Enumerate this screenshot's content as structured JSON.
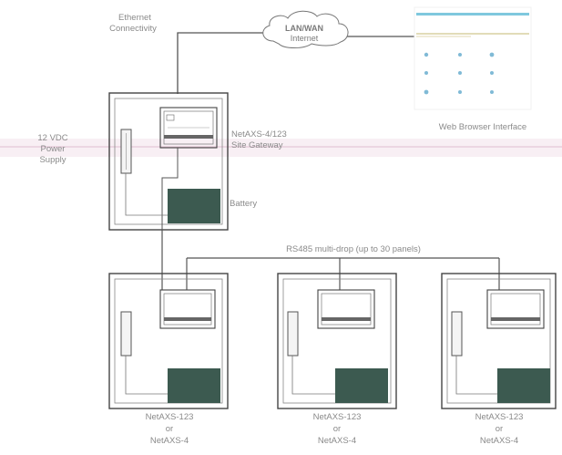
{
  "labels": {
    "ethernet_line1": "Ethernet",
    "ethernet_line2": "Connectivity",
    "cloud_line1": "LAN/WAN",
    "cloud_line2": "Internet",
    "web_browser": "Web Browser Interface",
    "power_line1": "12 VDC",
    "power_line2": "Power",
    "power_line3": "Supply",
    "main_line1": "NetAXS-4/123",
    "main_line2": "Site Gateway",
    "battery": "Battery",
    "rs485": "RS485 multi-drop (up to 30 panels)"
  },
  "panels": [
    {
      "line1": "NetAXS-123",
      "line2": "or",
      "line3": "NetAXS-4"
    },
    {
      "line1": "NetAXS-123",
      "line2": "or",
      "line3": "NetAXS-4"
    },
    {
      "line1": "NetAXS-123",
      "line2": "or",
      "line3": "NetAXS-4"
    }
  ],
  "colors": {
    "line": "#555555",
    "battery": "#3c5a50",
    "accent_band": "#d7a9c1",
    "browser_bar": "#7fc8de",
    "browser_dot": "#6aaed0"
  },
  "icons": [
    "cloud-icon",
    "browser-window-icon",
    "battery-icon",
    "fuse-icon",
    "circuit-board-icon"
  ]
}
